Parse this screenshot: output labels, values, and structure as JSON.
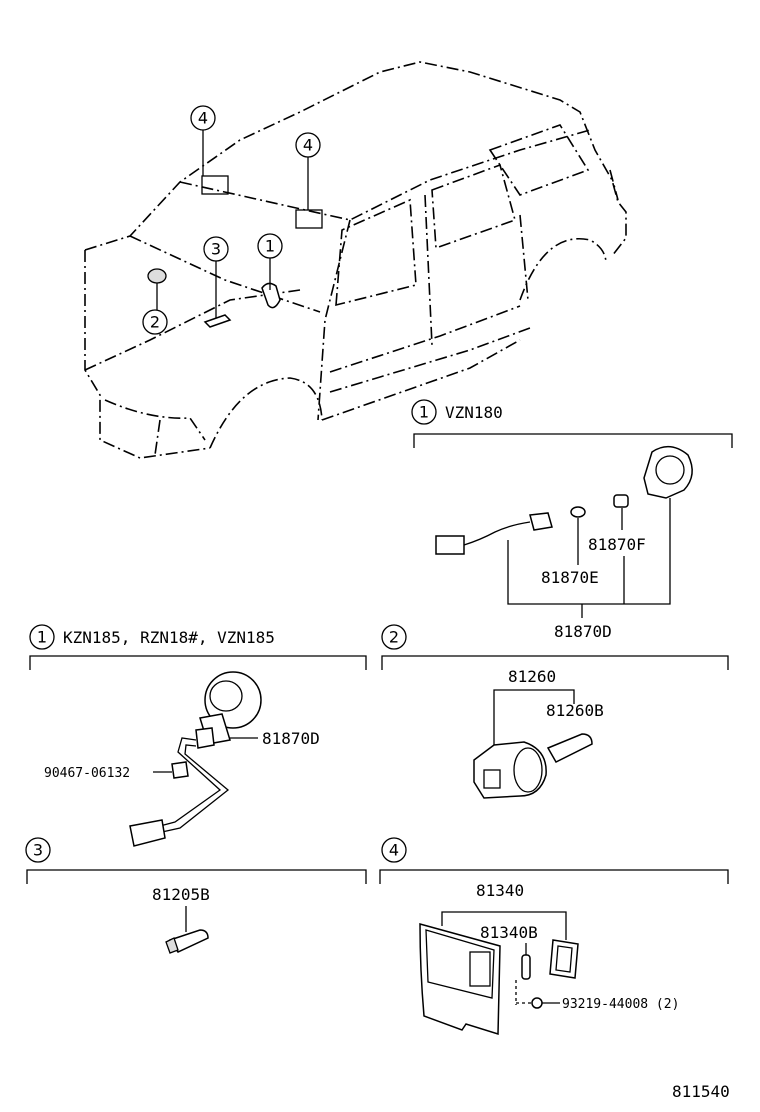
{
  "callouts": {
    "c1": "1",
    "c2": "2",
    "c3": "3",
    "c4": "4"
  },
  "sections": {
    "s1a": {
      "number": "1",
      "title": "VZN180"
    },
    "s1b": {
      "number": "1",
      "title": "KZN185, RZN18#, VZN185"
    },
    "s2": {
      "number": "2",
      "title": ""
    },
    "s3": {
      "number": "3",
      "title": ""
    },
    "s4": {
      "number": "4",
      "title": ""
    }
  },
  "parts": {
    "p81870F": "81870F",
    "p81870E": "81870E",
    "p81870D_a": "81870D",
    "p81870D_b": "81870D",
    "p90467": "90467-06132",
    "p81260": "81260",
    "p81260B": "81260B",
    "p81205B": "81205B",
    "p81340": "81340",
    "p81340B": "81340B",
    "p93219": "93219-44008 (2)"
  },
  "diagram_id": "811540"
}
